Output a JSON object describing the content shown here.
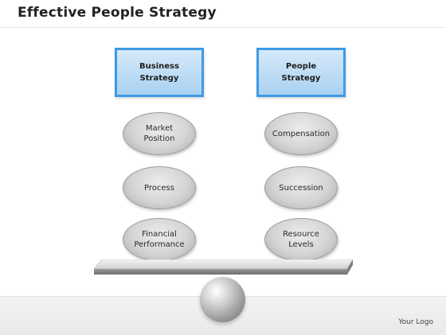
{
  "title": "Effective People Strategy",
  "left_column": {
    "header": "Business\nStrategy",
    "items": [
      "Market\nPosition",
      "Process",
      "Financial\nPerformance"
    ]
  },
  "right_column": {
    "header": "People\nStrategy",
    "items": [
      "Compensation",
      "Succession",
      "Resource\nLevels"
    ]
  },
  "footer_logo": "Your Logo",
  "colors": {
    "header_fill": "#a9d1f1",
    "header_border": "#3d9be6",
    "oval_fill": "#d4d4d4"
  }
}
